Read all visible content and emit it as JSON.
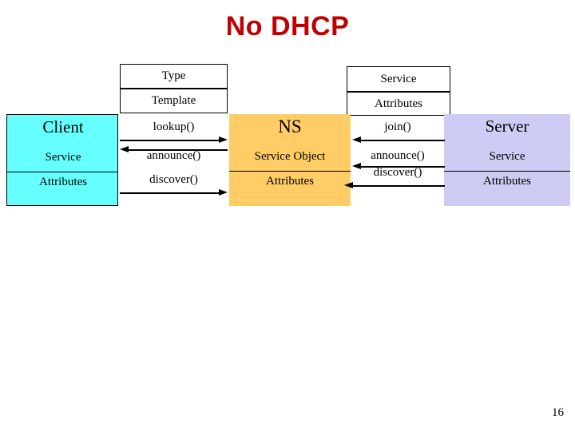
{
  "slide": {
    "title": "No DHCP",
    "page_number": "16",
    "background_color": "#ffffff",
    "title_color": "#c00000"
  },
  "columns": {
    "client": {
      "title": "Client",
      "row1": "Service",
      "row2": "Attributes",
      "color": "#66ffff"
    },
    "ns": {
      "title": "NS",
      "row1": "Service Object",
      "row2": "Attributes",
      "color": "#ffcc66"
    },
    "server": {
      "title": "Server",
      "row1": "Service",
      "row2": "Attributes",
      "color": "#ccccf5"
    }
  },
  "callout_boxes": [
    {
      "label": "Type"
    },
    {
      "label": "Template"
    },
    {
      "label": "Service"
    },
    {
      "label": "Attributes"
    }
  ],
  "operations": [
    {
      "name": "lookup",
      "label": "lookup()",
      "direction": "right"
    },
    {
      "name": "announce-left",
      "label": "announce()",
      "direction": "left"
    },
    {
      "name": "discover-left",
      "label": "discover()",
      "direction": "right"
    },
    {
      "name": "join",
      "label": "join()",
      "direction": "right"
    },
    {
      "name": "announce-right",
      "label": "announce()",
      "direction": "left"
    },
    {
      "name": "discover-right",
      "label": "discover()",
      "direction": "left"
    }
  ]
}
